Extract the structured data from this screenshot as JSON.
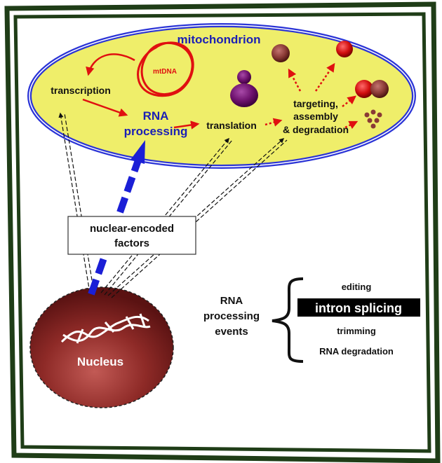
{
  "mitochondrion": {
    "title": "mitochondrion",
    "mtdna_label": "mtDNA",
    "transcription": "transcription",
    "rna_processing_line1": "RNA",
    "rna_processing_line2": "processing",
    "translation": "translation",
    "targeting_line1": "targeting,",
    "targeting_line2": "assembly",
    "targeting_line3": "& degradation"
  },
  "nuclear_factors": {
    "line1": "nuclear-encoded",
    "line2": "factors"
  },
  "nucleus": {
    "label": "Nucleus"
  },
  "rna_events": {
    "heading_line1": "RNA",
    "heading_line2": "processing",
    "heading_line3": "events",
    "items": [
      "editing",
      "intron splicing",
      "trimming",
      "RNA degradation"
    ],
    "highlighted_item": "intron splicing"
  },
  "colors": {
    "cell_border": "#1f3d17",
    "mito_fill": "#efee6a",
    "mito_outline": "#2b34d6",
    "blue_text": "#1b1fb5",
    "red_arrow": "#e01010",
    "nucleus": "#7a1e1e",
    "highlight_bg": "#000000"
  }
}
